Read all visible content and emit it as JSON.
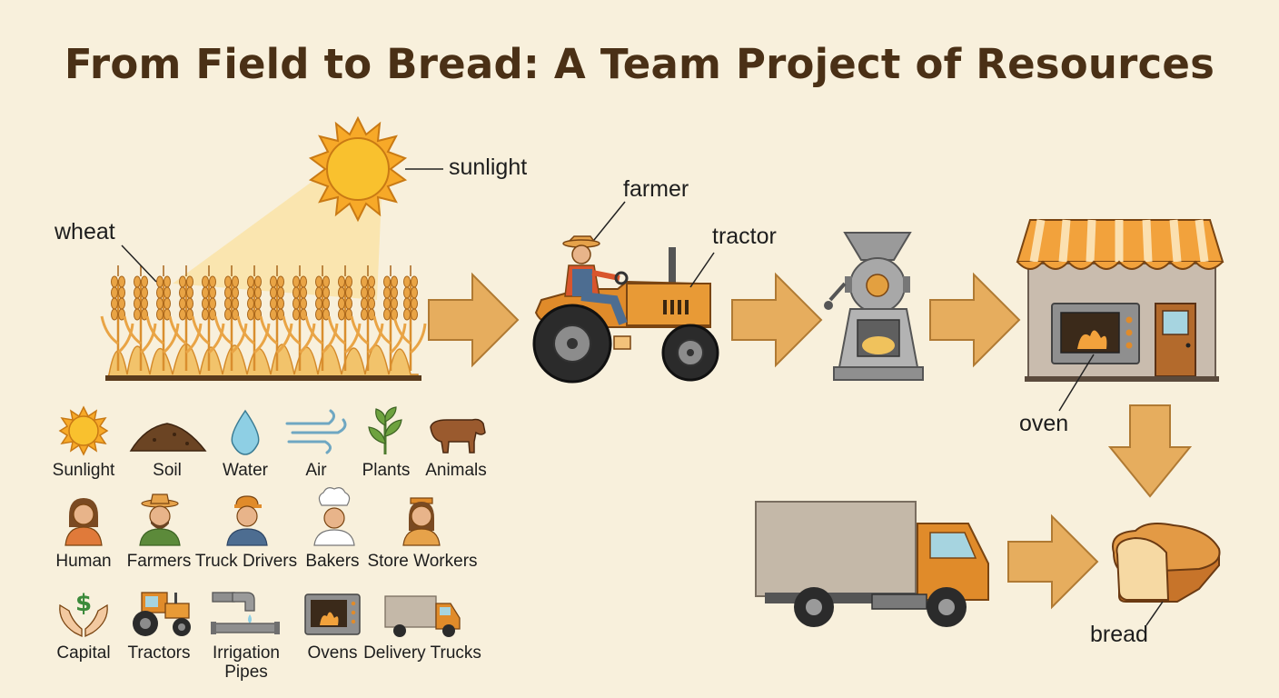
{
  "title": "From Field to Bread: A Team Project of Resources",
  "callouts": {
    "sunlight": "sunlight",
    "wheat": "wheat",
    "farmer": "farmer",
    "tractor": "tractor",
    "oven": "oven",
    "bread": "bread"
  },
  "resources": {
    "natural": [
      {
        "label": "Sunlight",
        "icon": "sun-icon"
      },
      {
        "label": "Soil",
        "icon": "soil-icon"
      },
      {
        "label": "Water",
        "icon": "water-drop-icon"
      },
      {
        "label": "Air",
        "icon": "wind-icon"
      },
      {
        "label": "Plants",
        "icon": "plant-icon"
      },
      {
        "label": "Animals",
        "icon": "cow-icon"
      }
    ],
    "human": [
      {
        "label": "Human",
        "icon": "person-icon"
      },
      {
        "label": "Farmers",
        "icon": "farmer-icon"
      },
      {
        "label": "Truck Drivers",
        "icon": "truck-driver-icon"
      },
      {
        "label": "Bakers",
        "icon": "baker-icon"
      },
      {
        "label": "Store Workers",
        "icon": "store-worker-icon"
      }
    ],
    "capital": [
      {
        "label": "Capital",
        "icon": "money-hands-icon"
      },
      {
        "label": "Tractors",
        "icon": "tractor-icon"
      },
      {
        "label": "Irrigation Pipes",
        "icon": "pipe-icon"
      },
      {
        "label": "Ovens",
        "icon": "oven-icon"
      },
      {
        "label": "Delivery Trucks",
        "icon": "truck-icon"
      }
    ]
  },
  "colors": {
    "background": "#f8f0dc",
    "title": "#4a3016",
    "arrow": "#e6ad5e",
    "wheat": "#e9a445",
    "sun": "#f7b733"
  }
}
